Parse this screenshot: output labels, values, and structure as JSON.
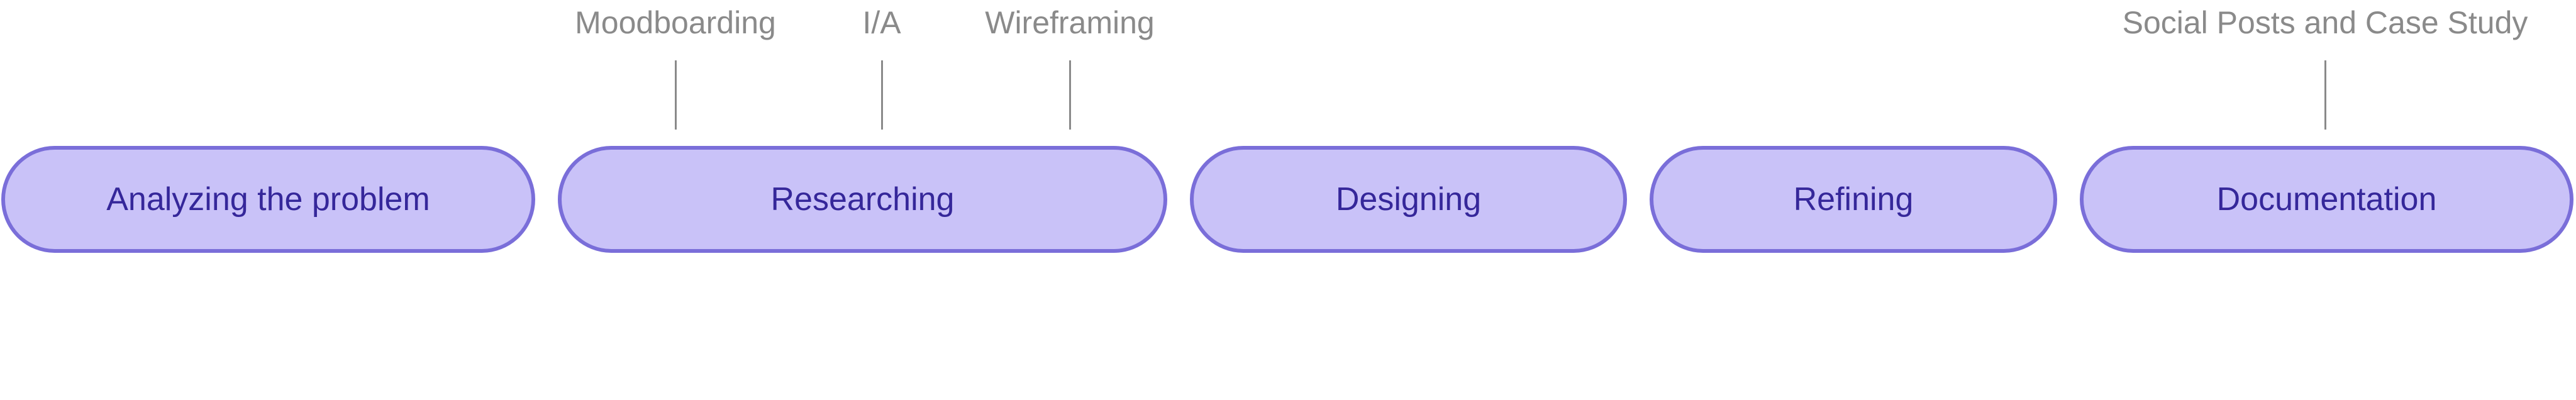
{
  "timeline": {
    "stages": [
      {
        "label": "Analyzing the problem"
      },
      {
        "label": "Researching"
      },
      {
        "label": "Designing"
      },
      {
        "label": "Refining"
      },
      {
        "label": "Documentation"
      }
    ],
    "annotations": [
      {
        "label": "Moodboarding"
      },
      {
        "label": "I/A"
      },
      {
        "label": "Wireframing"
      },
      {
        "label": "Social Posts and Case Study"
      }
    ]
  },
  "colors": {
    "stage_fill": "#c9c2f8",
    "stage_border": "#7a6ed9",
    "stage_text": "#35279a",
    "annotation_text": "#8a8a8a"
  }
}
